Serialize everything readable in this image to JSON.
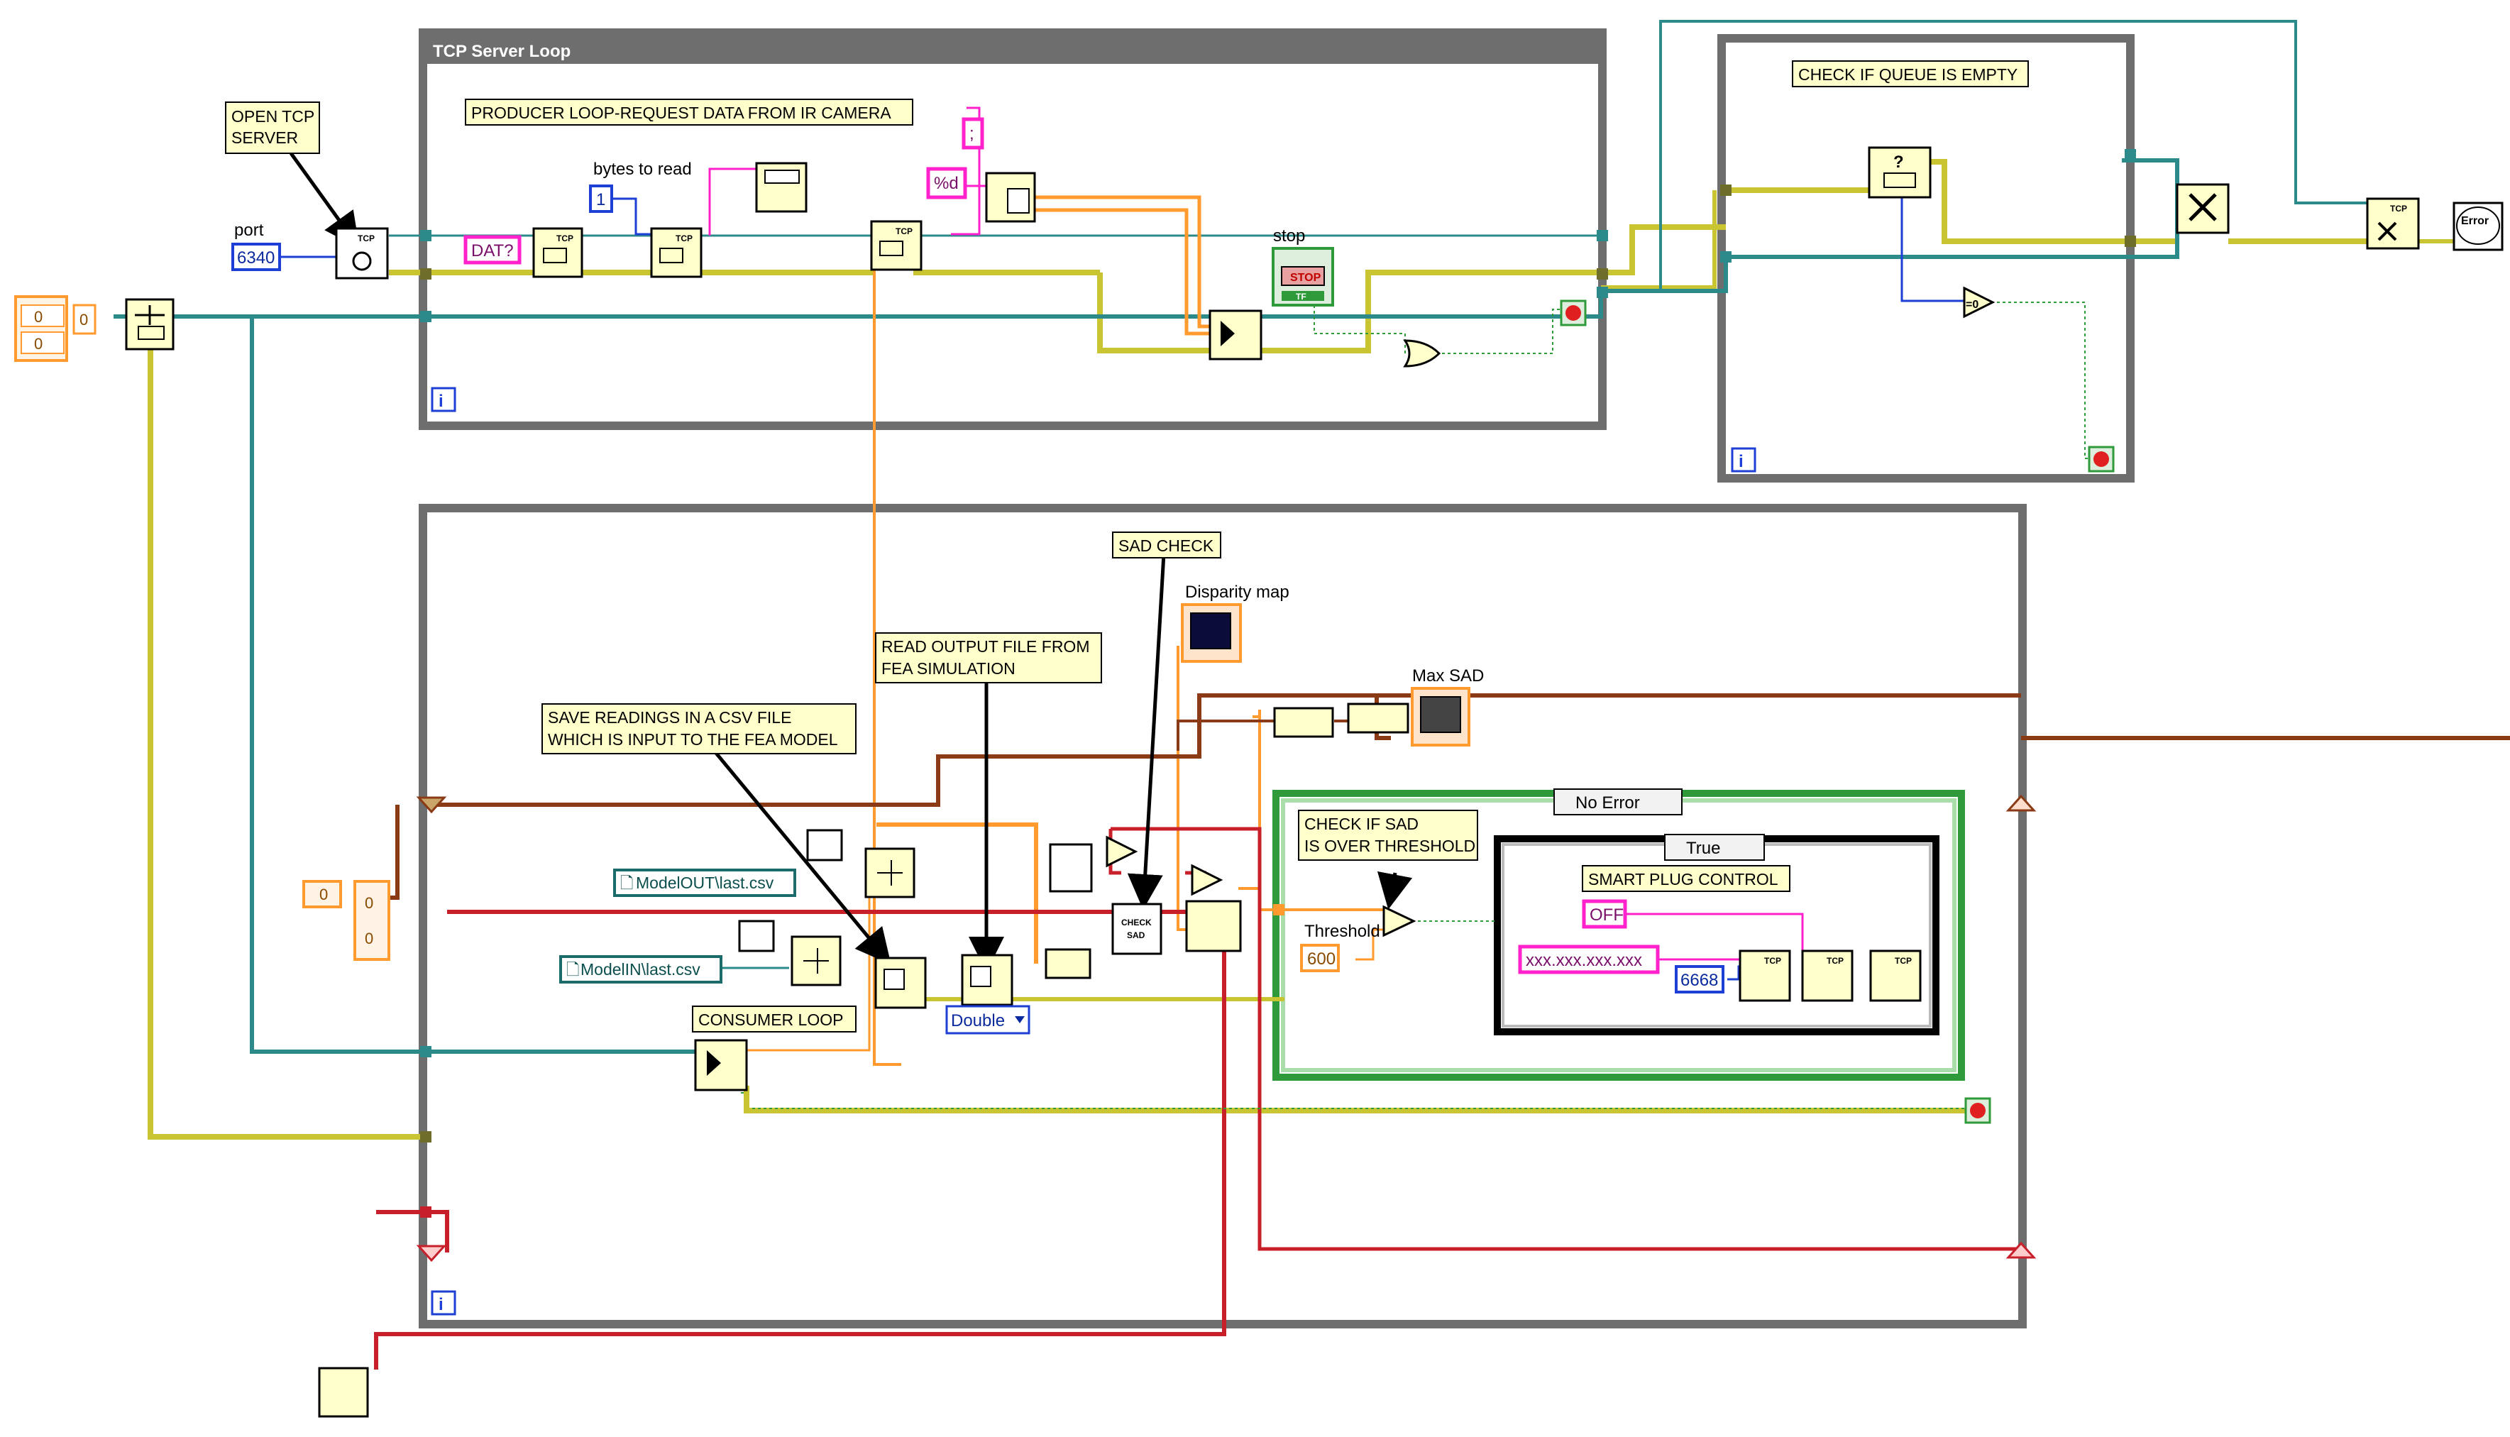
{
  "loops": {
    "tcp_server": "TCP Server Loop"
  },
  "notes": {
    "open_tcp": [
      "OPEN TCP",
      "SERVER"
    ],
    "producer": "PRODUCER LOOP-REQUEST DATA FROM IR CAMERA",
    "check_queue": "CHECK IF QUEUE IS EMPTY",
    "sad_check": "SAD CHECK",
    "read_output": [
      "READ OUTPUT FILE FROM",
      "FEA SIMULATION"
    ],
    "save_readings": [
      "SAVE READINGS IN A CSV FILE",
      "WHICH IS INPUT TO THE FEA MODEL"
    ],
    "consumer": "CONSUMER LOOP",
    "check_sad": [
      "CHECK IF SAD",
      "IS OVER THRESHOLD"
    ],
    "smart_plug": "SMART PLUG CONTROL"
  },
  "labels": {
    "port": "port",
    "bytes_to_read": "bytes to read",
    "stop": "stop",
    "disparity_map": "Disparity map",
    "max_sad": "Max SAD",
    "threshold": "Threshold"
  },
  "constants": {
    "port_value": "6340",
    "dat": "DAT?",
    "bytes_value": "1",
    "separator": ";",
    "format": "%d",
    "model_out": "ModelOUT\\last.csv",
    "model_in": "ModelIN\\last.csv",
    "threshold_value": "600",
    "off": "OFF",
    "ip": "xxx.xxx.xxx.xxx",
    "plug_port": "6668",
    "zero": "0",
    "stop_btn": "STOP",
    "tf": "TF"
  },
  "case_structures": {
    "error_case": "No Error",
    "bool_case": "True"
  },
  "selectors": {
    "type": "Double"
  },
  "nodes": {
    "tcp": "TCP",
    "check_sad": [
      "CHECK",
      "SAD"
    ],
    "error": "Error",
    "loop_index": "i"
  },
  "colors": {
    "loop_frame": "#6e6e6e",
    "wire_error": "#c9c432",
    "wire_teal": "#2d8a8a",
    "wire_pink": "#ff22cc",
    "wire_orange": "#ff9a2e",
    "wire_blue": "#1d3fd6",
    "wire_brown": "#8a3b16",
    "wire_red": "#c8202a",
    "wire_green": "#2f9a3a",
    "note_fill": "#ffffcc"
  }
}
